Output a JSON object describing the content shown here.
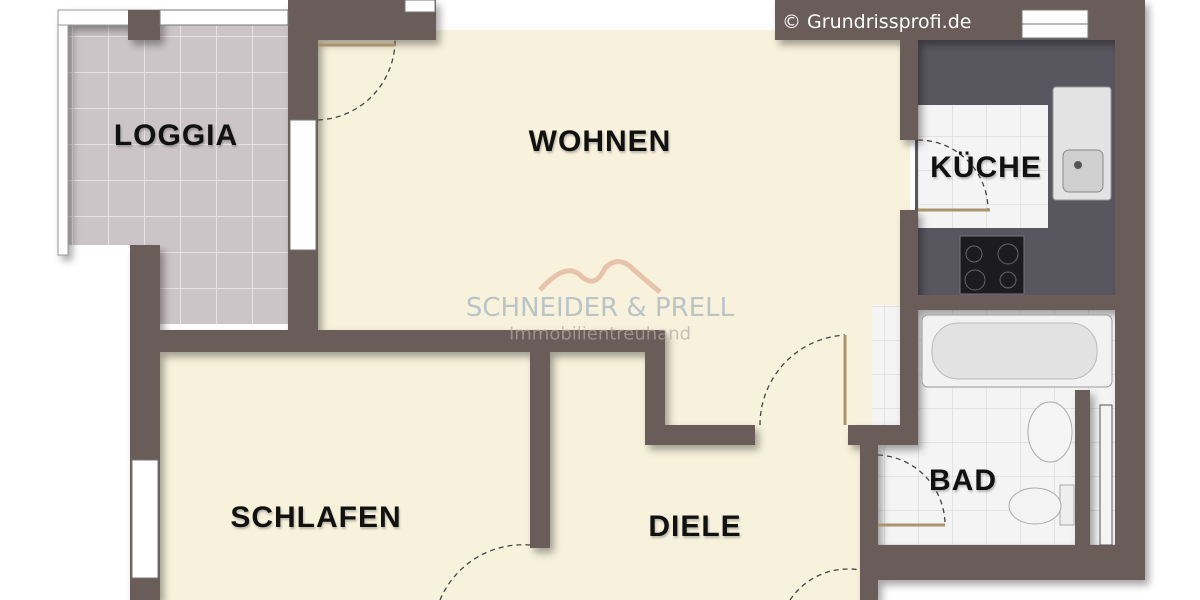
{
  "copyright": "© Grundrissprofi.de",
  "watermark": {
    "company": "SCHNEIDER & PRELL",
    "tagline": "Immobilientreuhand"
  },
  "rooms": {
    "loggia": "LOGGIA",
    "wohnen": "WOHNEN",
    "kueche": "KÜCHE",
    "schlafen": "SCHLAFEN",
    "diele": "DIELE",
    "bad": "BAD"
  },
  "colors": {
    "wall": "#6b5b59",
    "floor": "#f8f2dc",
    "tile": "#cbc5c8",
    "counter": "#58565f",
    "logo": "#e2b6a0"
  }
}
